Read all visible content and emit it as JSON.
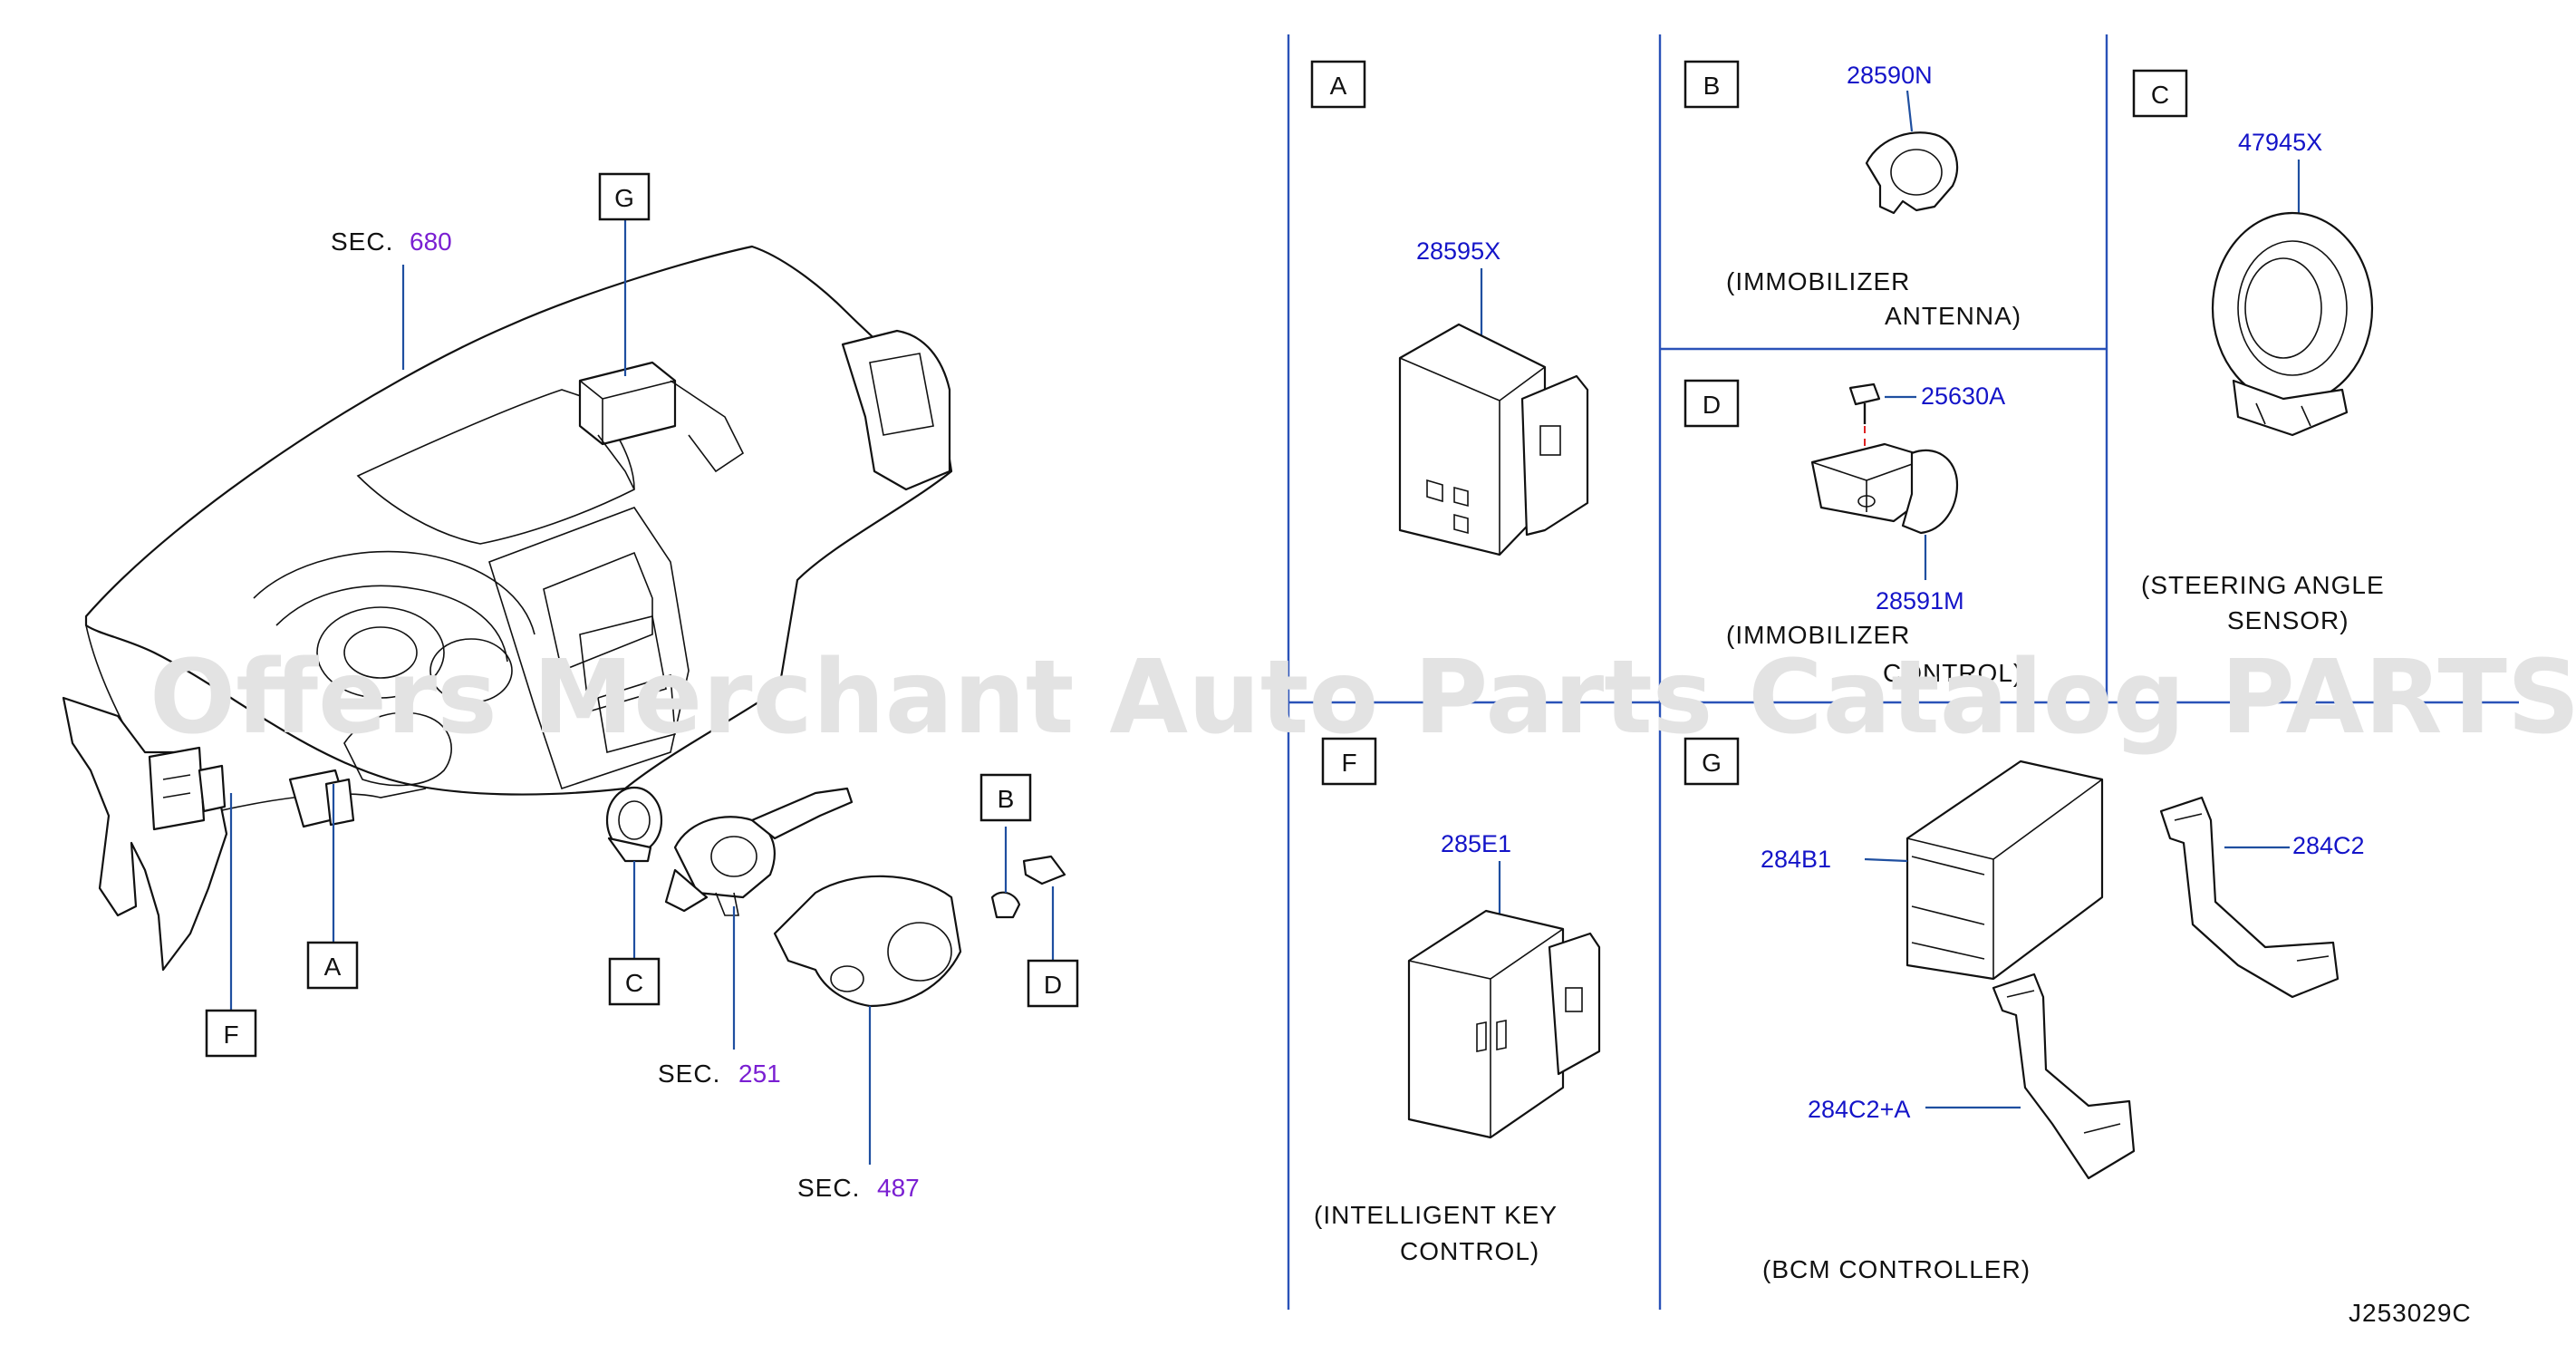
{
  "diagram_code": "J253029C",
  "watermark": "Offers Merchant Auto Parts Catalog PARTSTORE.SA",
  "section_refs": [
    {
      "prefix": "SEC.",
      "number": "680"
    },
    {
      "prefix": "SEC.",
      "number": "251"
    },
    {
      "prefix": "SEC.",
      "number": "487"
    }
  ],
  "callouts": [
    "A",
    "B",
    "C",
    "D",
    "F",
    "G"
  ],
  "panels": {
    "A": {
      "letter": "A",
      "parts": [
        "28595X"
      ]
    },
    "B": {
      "letter": "B",
      "parts": [
        "28590N"
      ],
      "caption_lines": [
        "(IMMOBILIZER",
        "ANTENNA)"
      ]
    },
    "C": {
      "letter": "C",
      "parts": [
        "47945X"
      ],
      "caption_lines": [
        "(STEERING  ANGLE",
        "SENSOR)"
      ]
    },
    "D": {
      "letter": "D",
      "parts": [
        "25630A",
        "28591M"
      ],
      "caption_lines": [
        "(IMMOBILIZER",
        "CONTROL)"
      ]
    },
    "F": {
      "letter": "F",
      "parts": [
        "285E1"
      ],
      "caption_lines": [
        "(INTELLIGENT  KEY",
        "CONTROL)"
      ]
    },
    "G": {
      "letter": "G",
      "parts": [
        "284B1",
        "284C2",
        "284C2+A"
      ],
      "caption_lines": [
        "(BCM  CONTROLLER)"
      ]
    }
  }
}
